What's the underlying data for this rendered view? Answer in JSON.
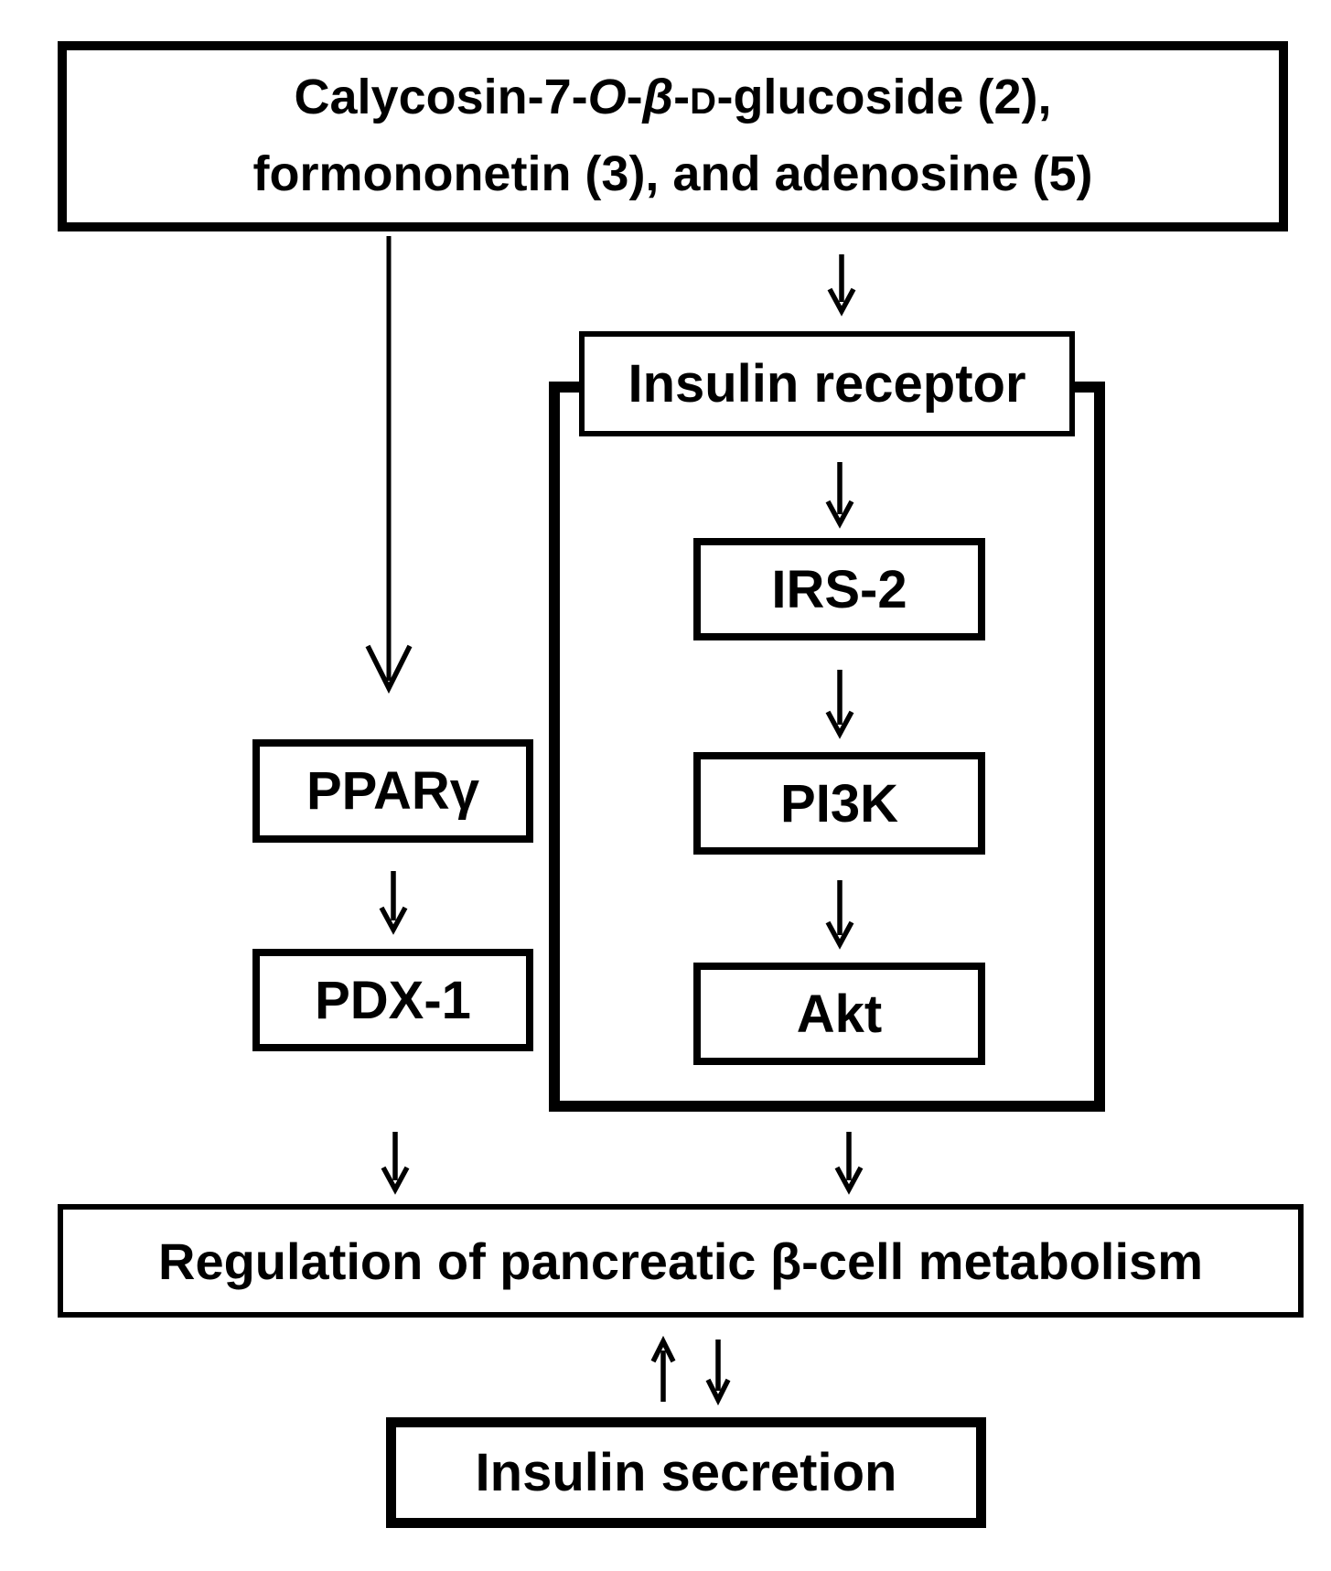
{
  "palette": {
    "ink": "#000000",
    "paper": "#ffffff"
  },
  "nodes": {
    "compounds": {
      "line1_html": "Calycosin-7-<i>O</i>-<i>β</i>-<span class=\"sc\">D</span>-glucoside (2),",
      "line2": "formononetin (3), and adenosine (5)"
    },
    "insulin_receptor": {
      "label": "Insulin receptor"
    },
    "irs2": {
      "label": "IRS-2"
    },
    "pi3k": {
      "label": "PI3K"
    },
    "akt": {
      "label": "Akt"
    },
    "pparg": {
      "label": "PPARγ"
    },
    "pdx1": {
      "label": "PDX-1"
    },
    "regulation": {
      "label": "Regulation of pancreatic β-cell metabolism"
    },
    "insulin_secretion": {
      "label": "Insulin secretion"
    }
  }
}
